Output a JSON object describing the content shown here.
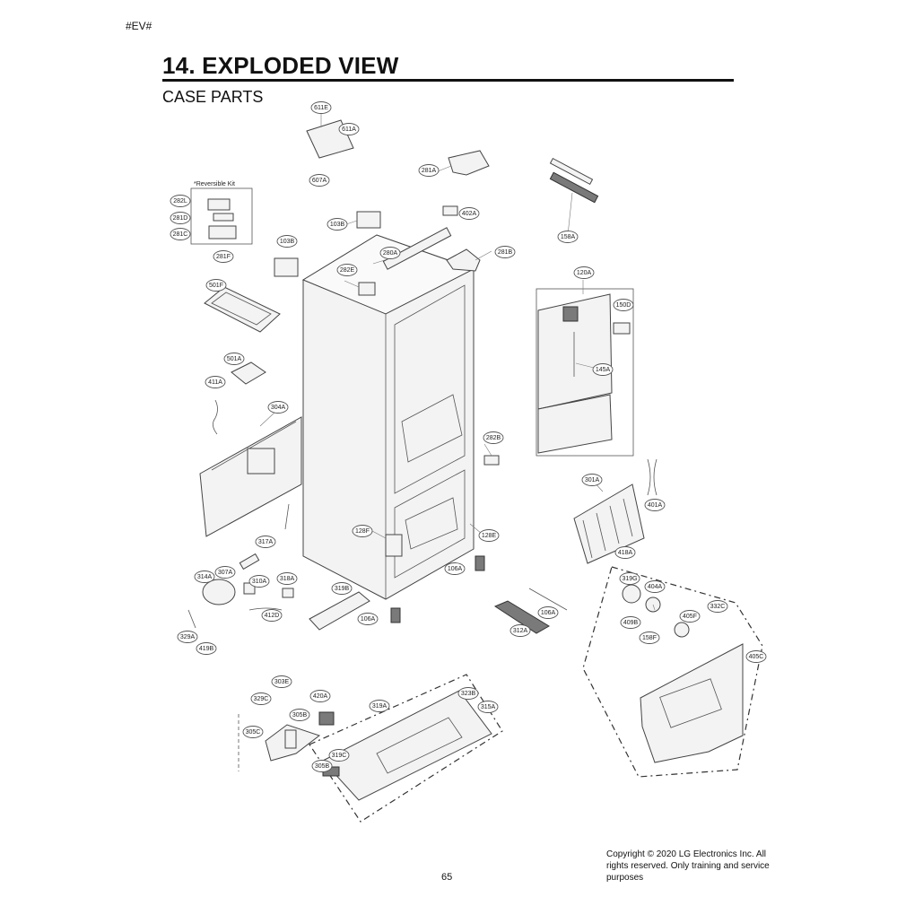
{
  "header": {
    "corner_tag": "#EV#",
    "title": "14. EXPLODED VIEW",
    "subtitle": "CASE PARTS"
  },
  "kit_label": "*Reversible Kit",
  "part_callouts": [
    "611E",
    "611A",
    "281A",
    "607A",
    "282L",
    "281D",
    "281C",
    "281F",
    "103B",
    "103B",
    "402A",
    "280A",
    "281B",
    "158A",
    "282E",
    "120A",
    "150D",
    "501F",
    "501A",
    "411A",
    "145A",
    "304A",
    "282B",
    "301A",
    "401A",
    "106A",
    "317A",
    "128F",
    "128E",
    "106A",
    "418A",
    "314A",
    "307A",
    "310A",
    "318A",
    "319B",
    "319G",
    "404A",
    "332C",
    "412D",
    "106A",
    "409B",
    "405F",
    "329A",
    "419B",
    "312A",
    "158F",
    "405C",
    "303E",
    "329C",
    "420A",
    "323B",
    "305B",
    "319A",
    "315A",
    "305C",
    "319C",
    "305B",
    "305C"
  ],
  "footer": {
    "page_number": "65",
    "copyright": "Copyright © 2020 LG Electronics Inc. All rights reserved. Only training and service purposes"
  }
}
